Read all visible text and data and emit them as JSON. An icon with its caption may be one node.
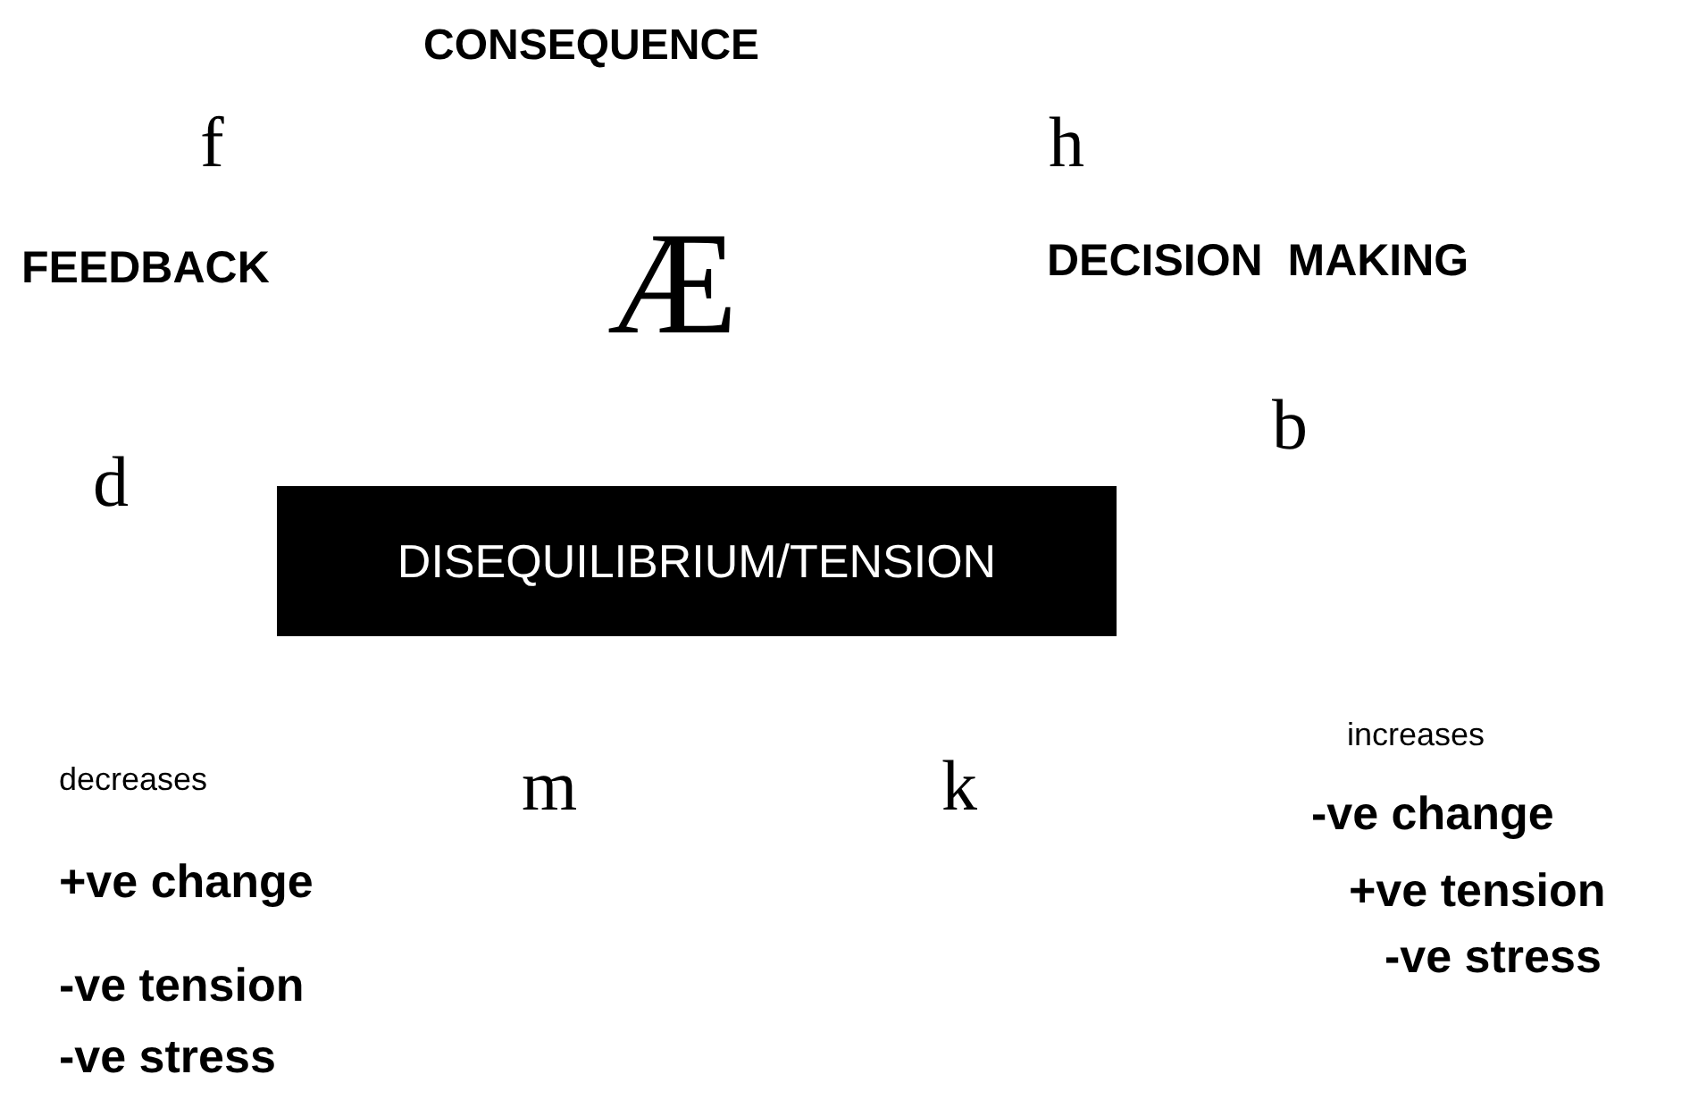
{
  "diagram": {
    "nodes": [
      {
        "text": [
          "DISEQUILIBRIUM/TENSION"
        ]
      }
    ],
    "labels": [
      "CONSEQUENCE",
      "f",
      "h",
      "FEEDBACK",
      "Æ",
      "DECISION  MAKING",
      "b",
      "d",
      "increases",
      "decreases",
      "m",
      "k",
      "-ve change",
      "+ve change",
      "+ve tension",
      "-ve stress",
      "-ve tension",
      "-ve stress"
    ]
  }
}
